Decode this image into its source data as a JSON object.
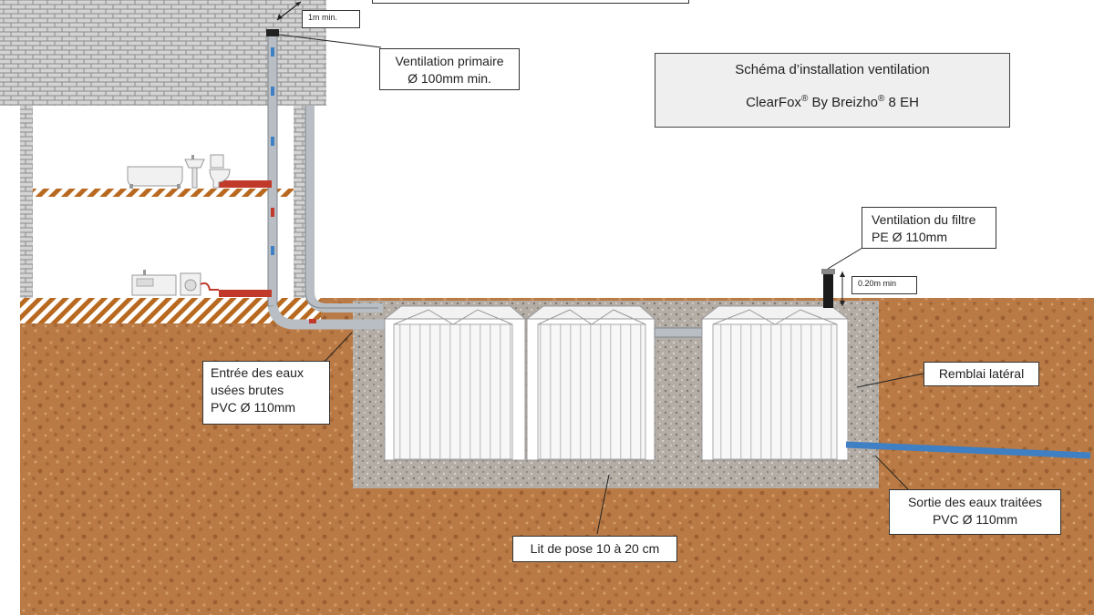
{
  "labels": {
    "min_height": "1m min.",
    "vent_primary_line1": "Ventilation primaire",
    "vent_primary_line2": "Ø 100mm min.",
    "title_line1": "Schéma d’installation ventilation",
    "title_brand1": "ClearFox",
    "title_reg": "®",
    "title_by": " By Breizho",
    "title_tail": " 8 EH",
    "vent_filter_line1": "Ventilation du filtre",
    "vent_filter_line2": "PE Ø 110mm",
    "filter_height": "0.20m min",
    "inlet_line1": "Entrée des eaux",
    "inlet_line2": "usées brutes",
    "inlet_line3": "PVC Ø 110mm",
    "backfill": "Remblai latéral",
    "outlet_line1": "Sortie des eaux traitées",
    "outlet_line2": "PVC Ø 110mm",
    "bedding": "Lit de pose 10 à 20 cm"
  },
  "colors": {
    "soil": "#b97a45",
    "gravel": "#b7b1ab",
    "brick": "#cfcfcf",
    "pipe_grey": "#b8bec4",
    "pipe_red": "#c0392b",
    "outlet_blue": "#3f7fc3",
    "hatch": "#b9691f"
  },
  "icons": [
    "bathtub-icon",
    "sink-icon",
    "toilet-icon",
    "kitchen-sink-icon",
    "washing-machine-icon",
    "vent-cap-icon"
  ]
}
